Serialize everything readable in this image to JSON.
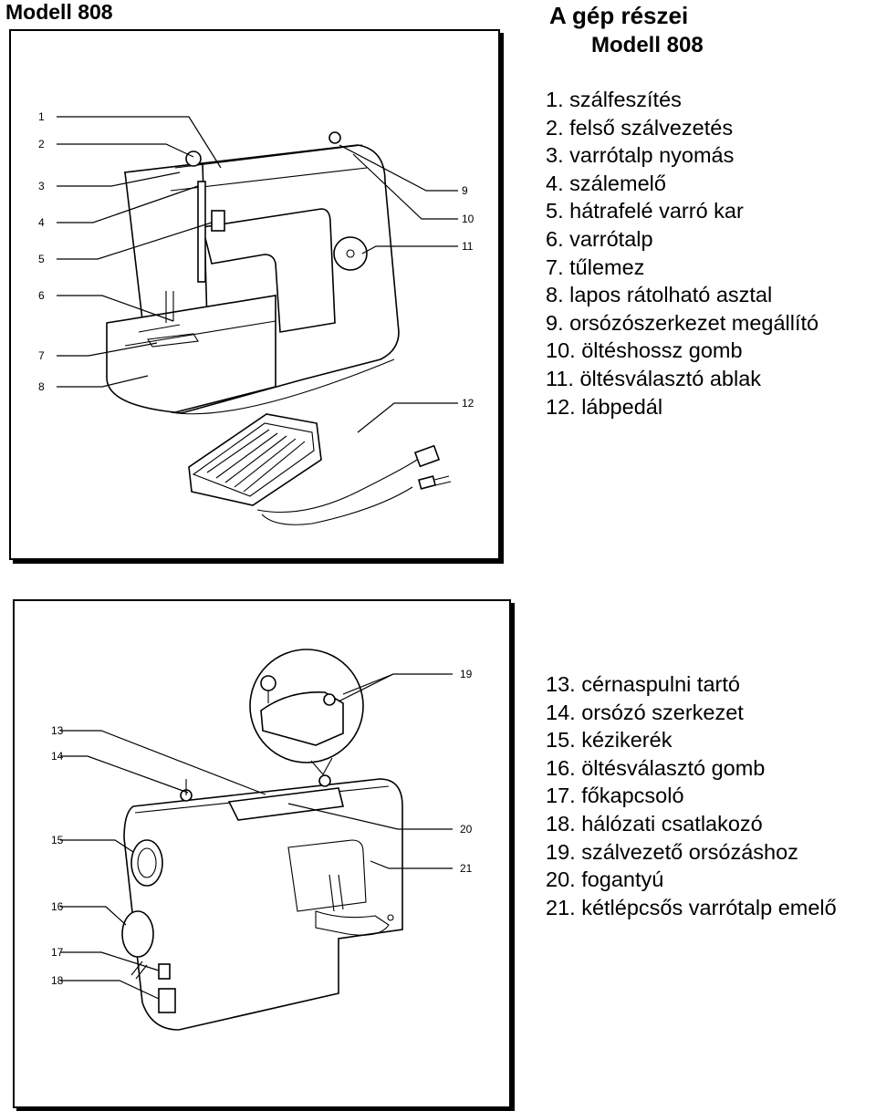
{
  "header": {
    "model_label": "Modell 808"
  },
  "section": {
    "title": "A gép részei",
    "subtitle": "Modell 808"
  },
  "parts_front": [
    "1. szálfeszítés",
    "2. felső szálvezetés",
    "3. varrótalp nyomás",
    "4. szálemelő",
    "5. hátrafelé varró kar",
    "6. varrótalp",
    "7. tűlemez",
    "8. lapos rátolható asztal",
    "9. orsózószerkezet megállító",
    "10. öltéshossz gomb",
    "11. öltésválasztó ablak",
    "12. lábpedál"
  ],
  "parts_back": [
    "13. cérnaspulni tartó",
    "14. orsózó szerkezet",
    "15. kézikerék",
    "16. öltésválasztó gomb",
    "17. főkapcsoló",
    "18. hálózati csatlakozó",
    "19. szálvezető orsózáshoz",
    "20. fogantyú",
    "21. kétlépcsős varrótalp emelő"
  ],
  "figure_front": {
    "callouts_left": [
      "1",
      "2",
      "3",
      "4",
      "5",
      "6",
      "7",
      "8"
    ],
    "callouts_right": [
      "9",
      "10",
      "11",
      "12"
    ]
  },
  "figure_back": {
    "callouts_left": [
      "13",
      "14",
      "15",
      "16",
      "17",
      "18"
    ],
    "callouts_right": [
      "19",
      "20",
      "21"
    ]
  }
}
